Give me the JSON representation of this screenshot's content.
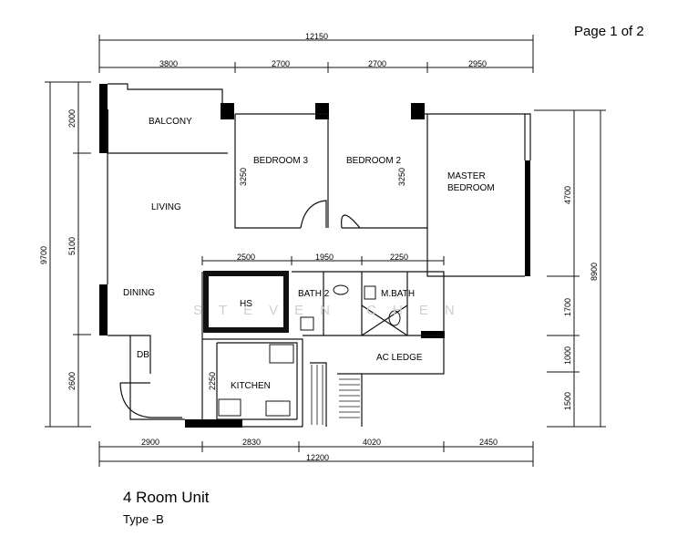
{
  "header": {
    "page_label": "Page 1 of 2"
  },
  "footer": {
    "unit_title": "4 Room Unit",
    "unit_type": "Type -B"
  },
  "watermark": "STEVEN CHEN",
  "dimensions": {
    "top_total": "12150",
    "top_segments": [
      "3800",
      "2700",
      "2700",
      "2950"
    ],
    "bottom_segments": [
      "2900",
      "2830",
      "4020",
      "2450"
    ],
    "bottom_total": "12200",
    "left_total": "9700",
    "left_segments": [
      "2000",
      "5100",
      "2600"
    ],
    "right_segments": [
      "4700",
      "1700",
      "1000",
      "1500"
    ],
    "right_total": "8900",
    "interior_top": [
      "2500",
      "1950",
      "2250"
    ],
    "bedroom3_depth": "3250",
    "bedroom2_depth": "3250",
    "kitchen_depth": "2250"
  },
  "rooms": {
    "balcony": "BALCONY",
    "bedroom3": "BEDROOM 3",
    "bedroom2": "BEDROOM 2",
    "master_line1": "MASTER",
    "master_line2": "BEDROOM",
    "living": "LIVING",
    "dining": "DINING",
    "hs": "HS",
    "bath2": "BATH 2",
    "mbath": "M.BATH",
    "db": "DB",
    "ac_ledge": "AC  LEDGE",
    "kitchen": "KITCHEN"
  },
  "colors": {
    "wall": "#000000",
    "line": "#111111",
    "watermark": "#cfcfcf"
  }
}
